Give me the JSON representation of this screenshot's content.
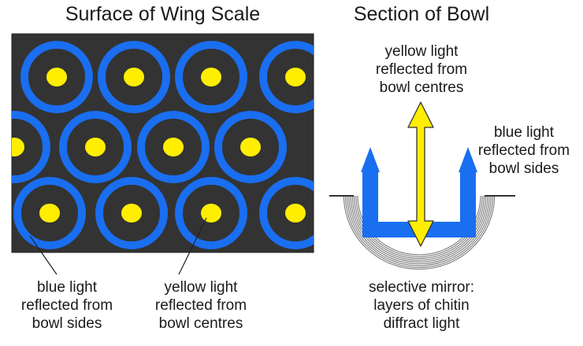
{
  "left_panel": {
    "title": "Surface of Wing Scale",
    "label_blue": [
      "blue light",
      "reflected from",
      "bowl sides"
    ],
    "label_yellow": [
      "yellow light",
      "reflected from",
      "bowl centres"
    ]
  },
  "right_panel": {
    "title": "Section of Bowl",
    "label_yellow": [
      "yellow light",
      "reflected from",
      "bowl centres"
    ],
    "label_blue": [
      "blue light",
      "reflected from",
      "bowl sides"
    ],
    "label_mirror": [
      "selective mirror:",
      "layers of chitin",
      "diffract light"
    ]
  },
  "colors": {
    "surface": "#333333",
    "blue_ring": "#1a6ef0",
    "yellow_dot": "#ffee00",
    "chitin_layer": "#7a7a7a"
  }
}
